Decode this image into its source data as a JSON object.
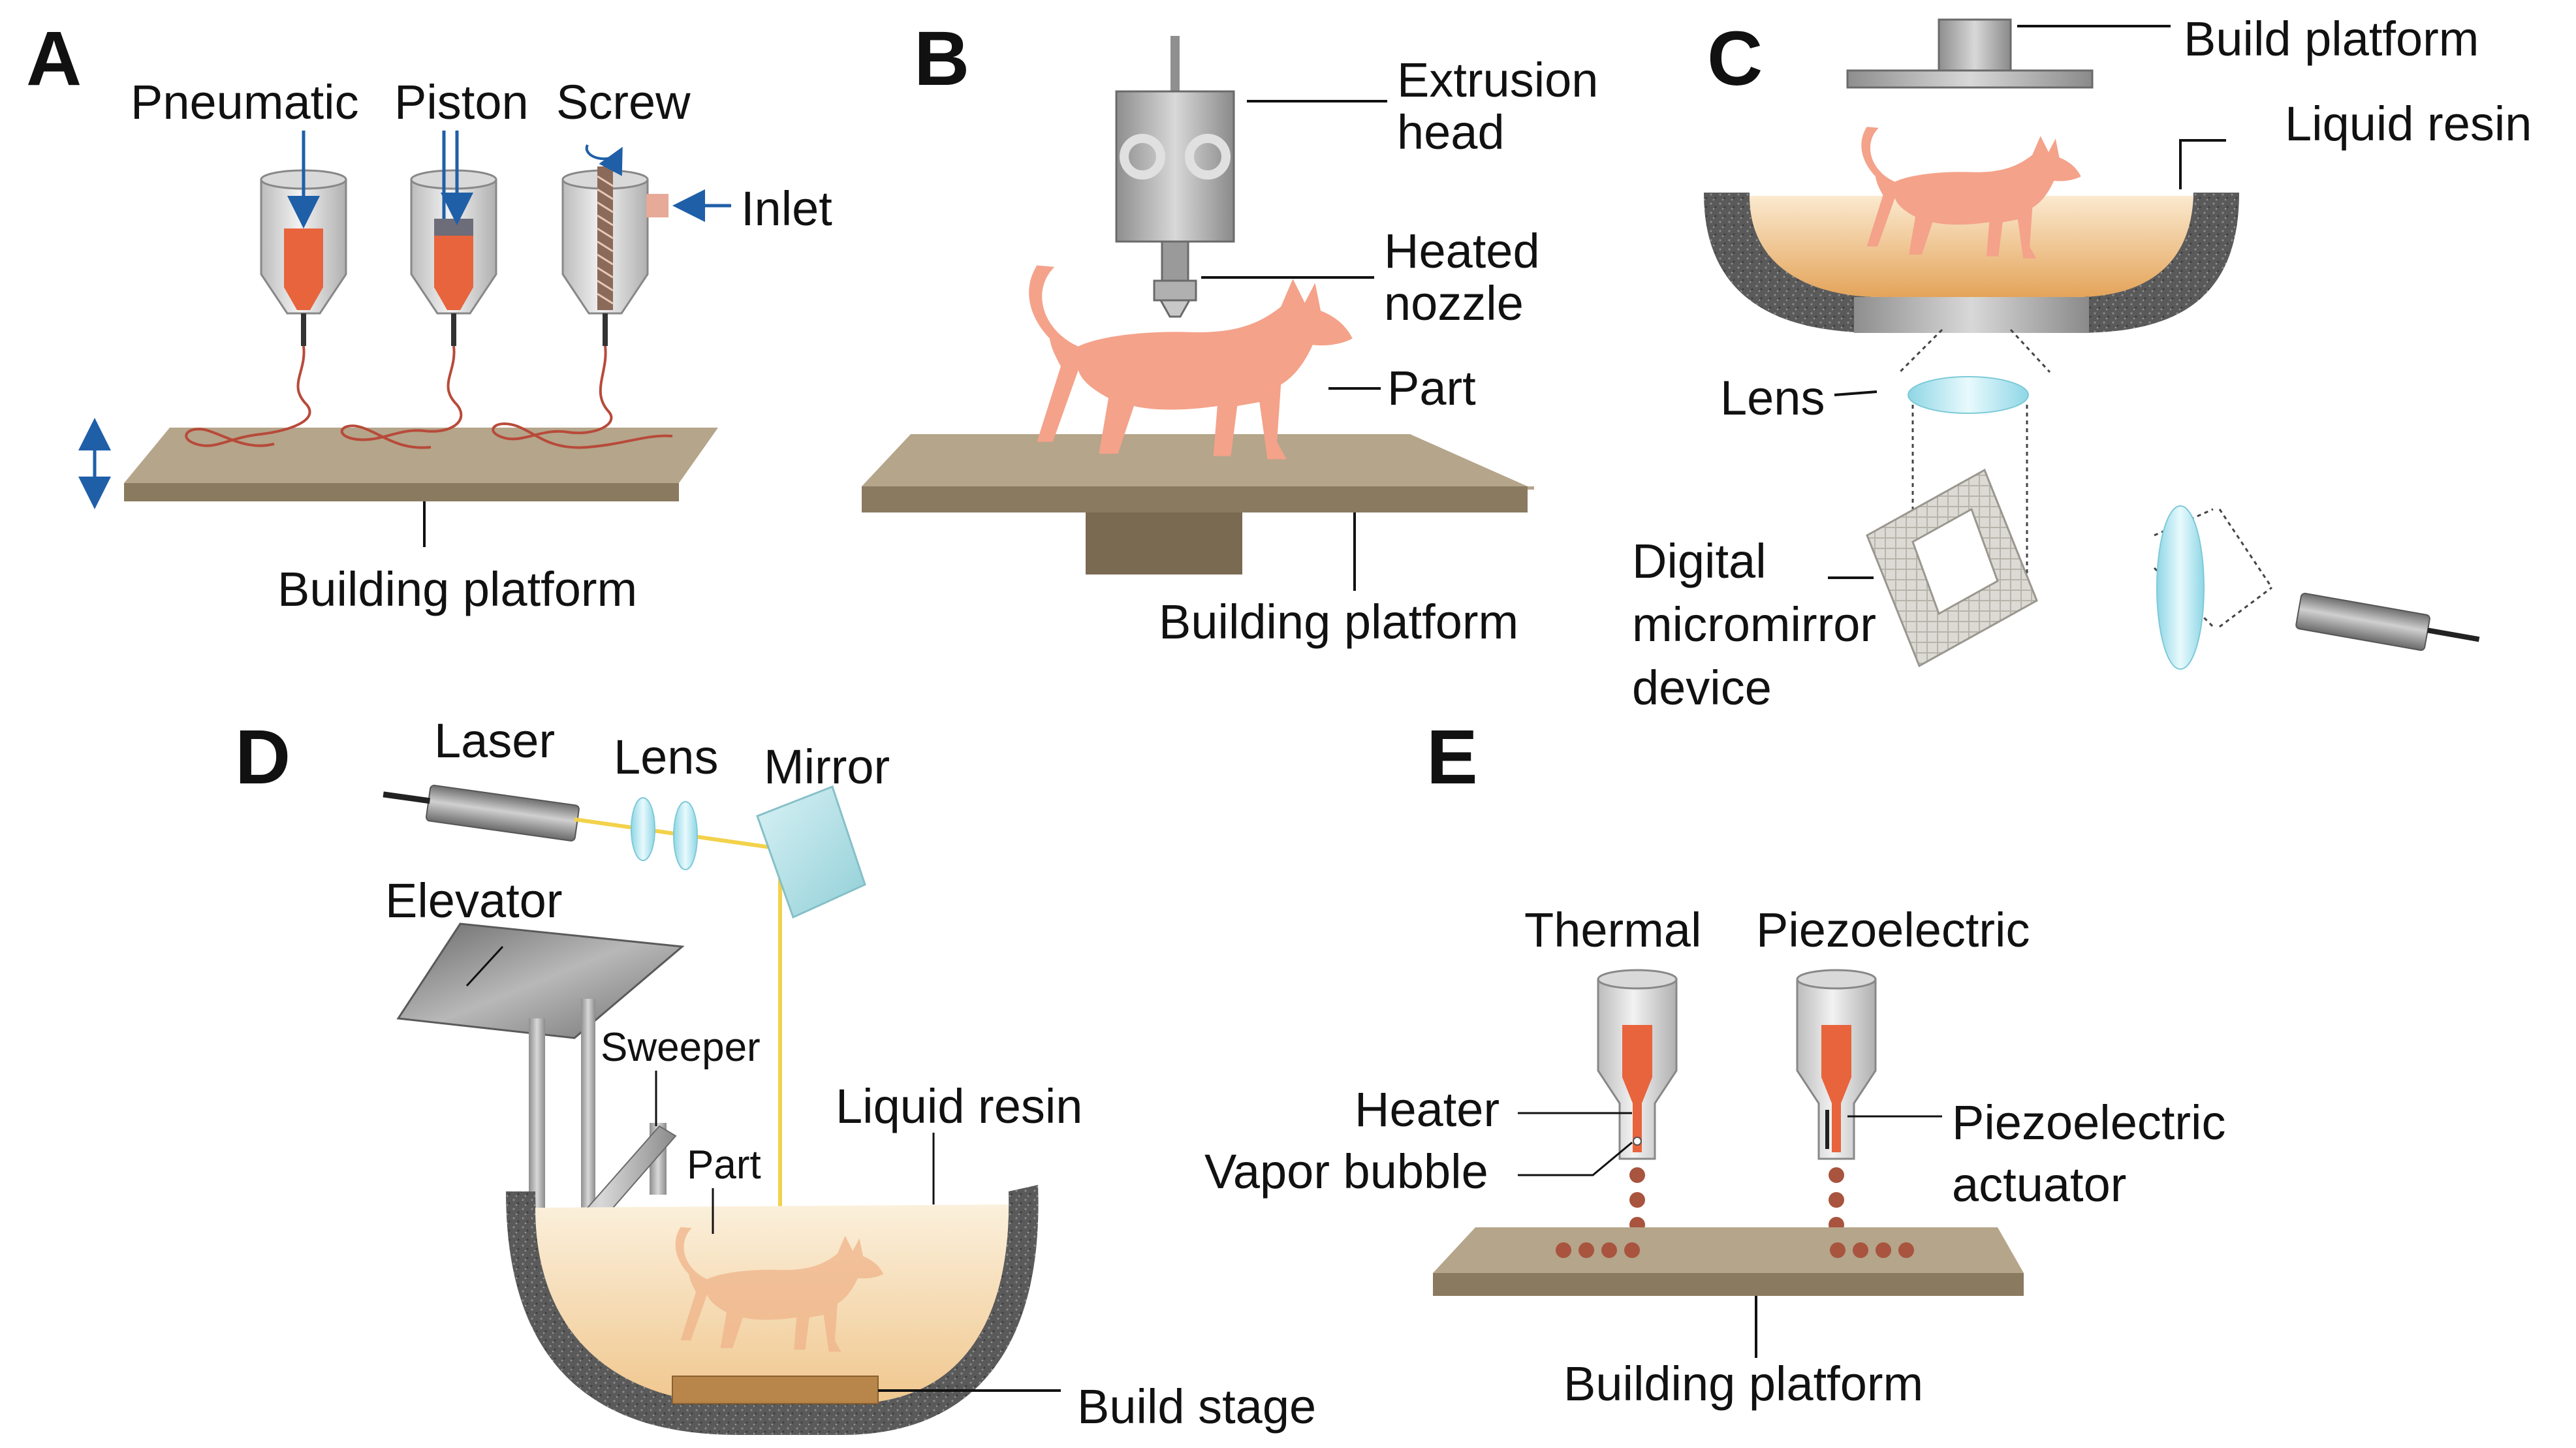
{
  "panels": {
    "a": {
      "letter": "A",
      "pneumatic": "Pneumatic",
      "piston": "Piston",
      "screw": "Screw",
      "inlet": "Inlet",
      "platform": "Building platform"
    },
    "b": {
      "letter": "B",
      "extrusion_line1": "Extrusion",
      "extrusion_line2": "head",
      "nozzle_line1": "Heated",
      "nozzle_line2": "nozzle",
      "part": "Part",
      "platform": "Building platform"
    },
    "c": {
      "letter": "C",
      "build_platform": "Build platform",
      "liquid_resin": "Liquid resin",
      "lens": "Lens",
      "dmd_line1": "Digital",
      "dmd_line2": "micromirror",
      "dmd_line3": "device"
    },
    "d": {
      "letter": "D",
      "laser": "Laser",
      "lens": "Lens",
      "mirror": "Mirror",
      "elevator": "Elevator",
      "sweeper": "Sweeper",
      "liquid_resin": "Liquid resin",
      "part": "Part",
      "build_stage": "Build stage"
    },
    "e": {
      "letter": "E",
      "thermal": "Thermal",
      "piezoelectric": "Piezoelectric",
      "heater": "Heater",
      "vapor_bubble": "Vapor bubble",
      "actuator_line1": "Piezoelectric",
      "actuator_line2": "actuator",
      "platform": "Building platform"
    }
  },
  "colors": {
    "platform_top": "#b5a58a",
    "platform_side": "#8a7a60",
    "material": "#e8643c",
    "cat": "#f4a28a",
    "resin": "#f2c58a",
    "arrow_blue": "#1f5fa8",
    "beam_yellow": "#f2d24a",
    "steel": "#a8a8a8",
    "vat_shell": "#555555",
    "lens_cyan": "#bfe9f2"
  }
}
